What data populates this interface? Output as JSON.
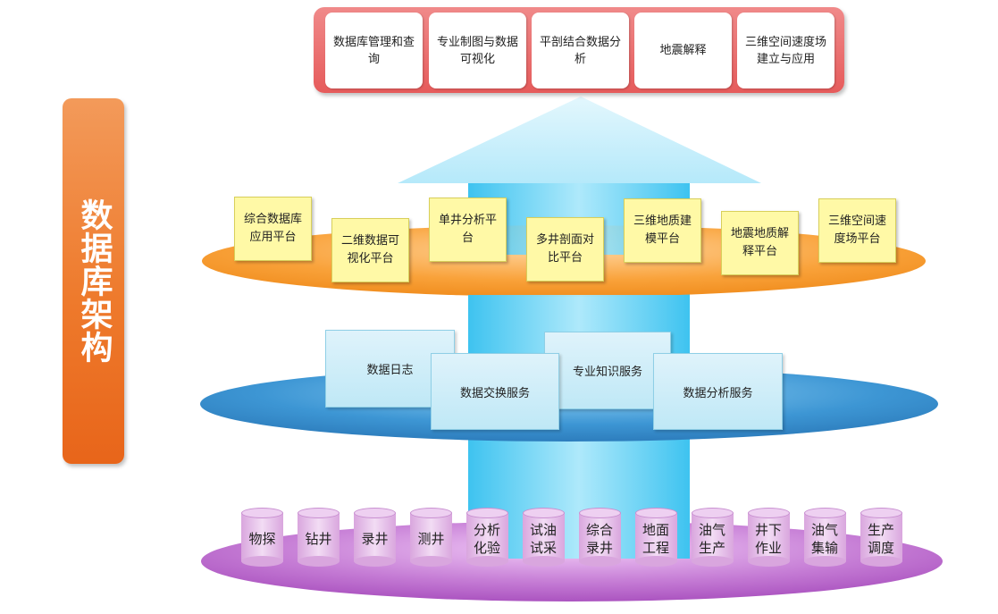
{
  "side_title": "数据库架构",
  "applications": [
    "数据库管理和查询",
    "专业制图与数据可视化",
    "平剖结合数据分析",
    "地震解释",
    "三维空间速度场建立与应用"
  ],
  "platforms": [
    "综合数据库应用平台",
    "二维数据可视化平台",
    "单井分析平台",
    "多井剖面对比平台",
    "三维地质建模平台",
    "地震地质解释平台",
    "三维空间速度场平台"
  ],
  "services": [
    "数据日志",
    "数据交换服务",
    "专业知识服务",
    "数据分析服务"
  ],
  "data_sources": [
    "物探",
    "钻井",
    "录井",
    "测井",
    "分析化验",
    "试油试采",
    "综合录井",
    "地面工程",
    "油气生产",
    "井下作业",
    "油气集输",
    "生产调度"
  ],
  "colors": {
    "side_bar": "#ee7a2c",
    "top_panel": "#e65b5b",
    "arrow": "#8fdcf8",
    "platform_layer": "#f7a131",
    "service_layer": "#2e8fcf",
    "data_layer": "#b55cc9",
    "note": "#fff9a6"
  }
}
